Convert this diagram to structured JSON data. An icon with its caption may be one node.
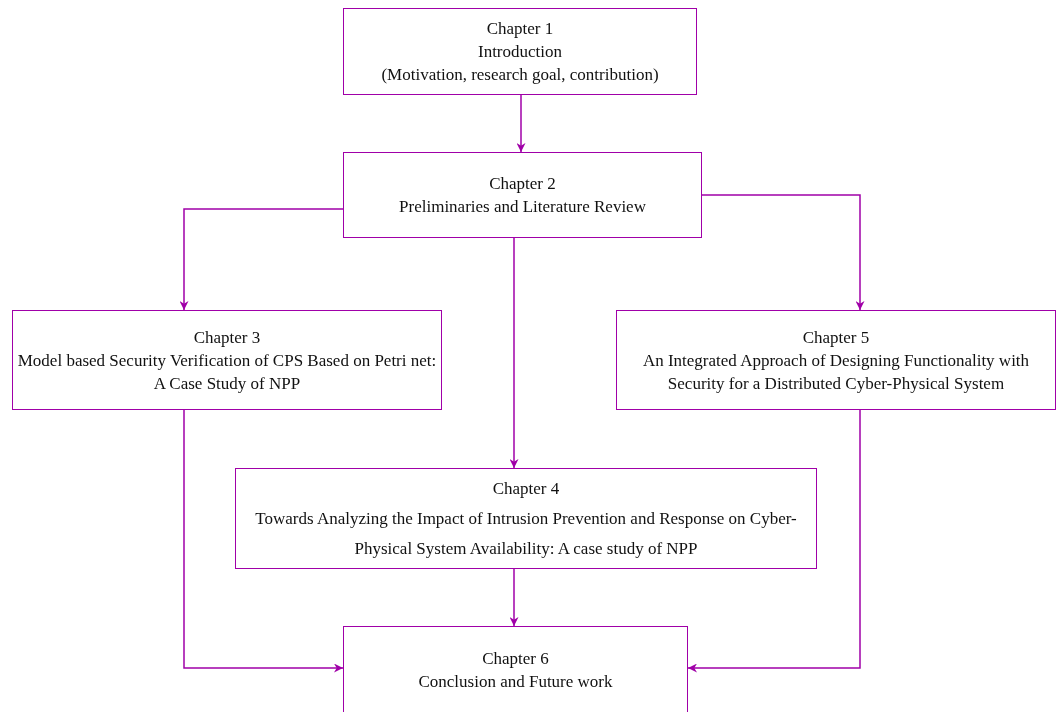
{
  "diagram": {
    "nodes": [
      {
        "text": [
          "Chapter 1",
          "Introduction",
          "(Motivation, research goal, contribution)"
        ]
      },
      {
        "text": [
          "Chapter 2",
          "Preliminaries and Literature Review"
        ]
      },
      {
        "text": [
          "Chapter 3",
          "Model based Security Verification of CPS Based on Petri net: A Case Study of NPP"
        ]
      },
      {
        "text": [
          "Chapter 5",
          "An Integrated Approach of Designing Functionality with Security for a Distributed Cyber-Physical System"
        ]
      },
      {
        "text": [
          "Chapter 4",
          "Towards Analyzing the Impact of Intrusion Prevention and Response on Cyber-Physical System Availability: A case study of NPP"
        ]
      },
      {
        "text": [
          "Chapter 6",
          "Conclusion and Future work"
        ]
      }
    ],
    "edges": [
      {
        "from": 0,
        "to": 1,
        "arrow": "to"
      },
      {
        "from": 1,
        "to": 2,
        "arrow": "to"
      },
      {
        "from": 1,
        "to": 4,
        "arrow": "to"
      },
      {
        "from": 1,
        "to": 3,
        "arrow": "to"
      },
      {
        "from": 2,
        "to": 5,
        "arrow": "to"
      },
      {
        "from": 4,
        "to": 5,
        "arrow": "to"
      },
      {
        "from": 3,
        "to": 5,
        "arrow": "to"
      }
    ]
  }
}
